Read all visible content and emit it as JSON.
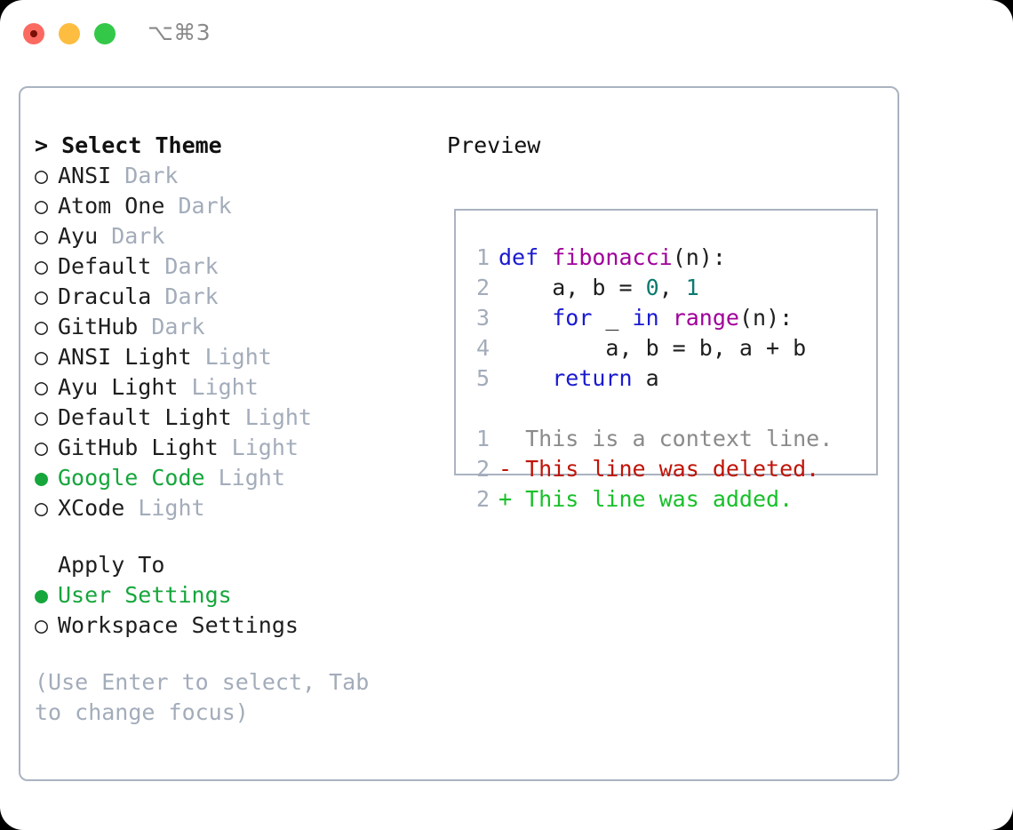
{
  "titlebar": {
    "shortcut": "⌥⌘3",
    "buttons": [
      {
        "name": "close",
        "color": "#fb6a60"
      },
      {
        "name": "minimize",
        "color": "#fdbd40"
      },
      {
        "name": "maximize",
        "color": "#34c849"
      }
    ]
  },
  "left": {
    "heading": "> Select Theme",
    "bullet_selected": "●",
    "bullet_unselected": "○",
    "themes": [
      {
        "bullet": "○",
        "name": "ANSI",
        "variant": " Dark",
        "selected": false
      },
      {
        "bullet": "○",
        "name": "Atom One",
        "variant": " Dark",
        "selected": false
      },
      {
        "bullet": "○",
        "name": "Ayu",
        "variant": " Dark",
        "selected": false
      },
      {
        "bullet": "○",
        "name": "Default",
        "variant": " Dark",
        "selected": false
      },
      {
        "bullet": "○",
        "name": "Dracula",
        "variant": " Dark",
        "selected": false
      },
      {
        "bullet": "○",
        "name": "GitHub",
        "variant": " Dark",
        "selected": false
      },
      {
        "bullet": "○",
        "name": "ANSI Light",
        "variant": " Light",
        "selected": false
      },
      {
        "bullet": "○",
        "name": "Ayu Light",
        "variant": " Light",
        "selected": false
      },
      {
        "bullet": "○",
        "name": "Default Light",
        "variant": " Light",
        "selected": false
      },
      {
        "bullet": "○",
        "name": "GitHub Light",
        "variant": " Light",
        "selected": false
      },
      {
        "bullet": "●",
        "name": "Google Code",
        "variant": " Light",
        "selected": true
      },
      {
        "bullet": "○",
        "name": "XCode",
        "variant": " Light",
        "selected": false
      }
    ],
    "apply_to": {
      "title": "Apply To",
      "options": [
        {
          "bullet": "●",
          "name": "User Settings",
          "selected": true
        },
        {
          "bullet": "○",
          "name": "Workspace Settings",
          "selected": false
        }
      ]
    },
    "hint": "(Use Enter to select, Tab to change focus)"
  },
  "right": {
    "title": "Preview",
    "code_lines": [
      {
        "num": "1",
        "tokens": [
          {
            "t": "def",
            "c": "kw"
          },
          {
            "t": " ",
            "c": "pl"
          },
          {
            "t": "fibonacci",
            "c": "fn"
          },
          {
            "t": "(n):",
            "c": "pl"
          }
        ]
      },
      {
        "num": "2",
        "tokens": [
          {
            "t": "    a, b = ",
            "c": "pl"
          },
          {
            "t": "0",
            "c": "num"
          },
          {
            "t": ", ",
            "c": "pl"
          },
          {
            "t": "1",
            "c": "num"
          }
        ]
      },
      {
        "num": "3",
        "tokens": [
          {
            "t": "    ",
            "c": "pl"
          },
          {
            "t": "for",
            "c": "kw"
          },
          {
            "t": " _ ",
            "c": "pl"
          },
          {
            "t": "in",
            "c": "kw"
          },
          {
            "t": " ",
            "c": "pl"
          },
          {
            "t": "range",
            "c": "fn"
          },
          {
            "t": "(n):",
            "c": "pl"
          }
        ]
      },
      {
        "num": "4",
        "tokens": [
          {
            "t": "        a, b = b, a + b",
            "c": "pl"
          }
        ]
      },
      {
        "num": "5",
        "tokens": [
          {
            "t": "    ",
            "c": "pl"
          },
          {
            "t": "return",
            "c": "kw"
          },
          {
            "t": " a",
            "c": "pl"
          }
        ]
      }
    ],
    "diff_lines": [
      {
        "num": "1",
        "marker": "  ",
        "text": "This is a context line.",
        "kind": "diff-ctx"
      },
      {
        "num": "2",
        "marker": "- ",
        "text": "This line was deleted.",
        "kind": "diff-del"
      },
      {
        "num": "2",
        "marker": "+ ",
        "text": "This line was added.",
        "kind": "diff-add"
      }
    ]
  },
  "colors": {
    "selected_green": "#16a63c",
    "muted_gray": "#a3acba",
    "border": "#aab3c0",
    "keyword_blue": "#1a1ad0",
    "function_purple": "#a0009a",
    "number_teal": "#0b7a70",
    "diff_deleted": "#c01408",
    "diff_added": "#18c02a",
    "diff_context": "#8a8a8a"
  }
}
